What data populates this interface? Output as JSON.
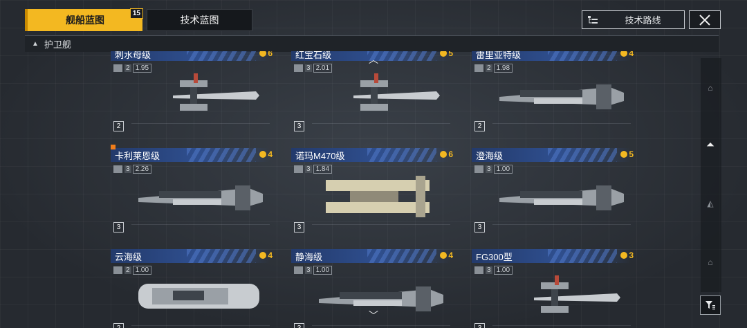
{
  "tabs": [
    {
      "label": "舰船蓝图",
      "badge": "15",
      "active": true
    },
    {
      "label": "技术蓝图",
      "active": false
    }
  ],
  "route_button": {
    "label": "技术路线"
  },
  "category": {
    "label": "护卫舰"
  },
  "cards": [
    {
      "name": "刺水母级",
      "cost": "6",
      "size": "2",
      "value": "1.95",
      "type": "frigate"
    },
    {
      "name": "红宝石级",
      "cost": "5",
      "size": "3",
      "value": "2.01",
      "type": "frigate"
    },
    {
      "name": "雷里亚特级",
      "cost": "4",
      "size": "2",
      "value": "1.98",
      "type": "cruiser"
    },
    {
      "name": "卡利莱恩级",
      "cost": "4",
      "size": "3",
      "value": "2.26",
      "type": "cruiser"
    },
    {
      "name": "诺玛M470级",
      "cost": "6",
      "size": "3",
      "value": "1.84",
      "type": "hauler"
    },
    {
      "name": "澄海级",
      "cost": "5",
      "size": "3",
      "value": "1.00",
      "type": "cruiser"
    },
    {
      "name": "云海级",
      "cost": "4",
      "size": "2",
      "value": "1.00",
      "type": "carrier"
    },
    {
      "name": "静海级",
      "cost": "4",
      "size": "3",
      "value": "1.00",
      "type": "cruiser"
    },
    {
      "name": "FG300型",
      "cost": "3",
      "size": "3",
      "value": "1.00",
      "type": "frigate"
    }
  ],
  "colors": {
    "accent": "#f3b821",
    "header_blue": "#2f4f8f",
    "new_marker": "#f07d1a"
  }
}
